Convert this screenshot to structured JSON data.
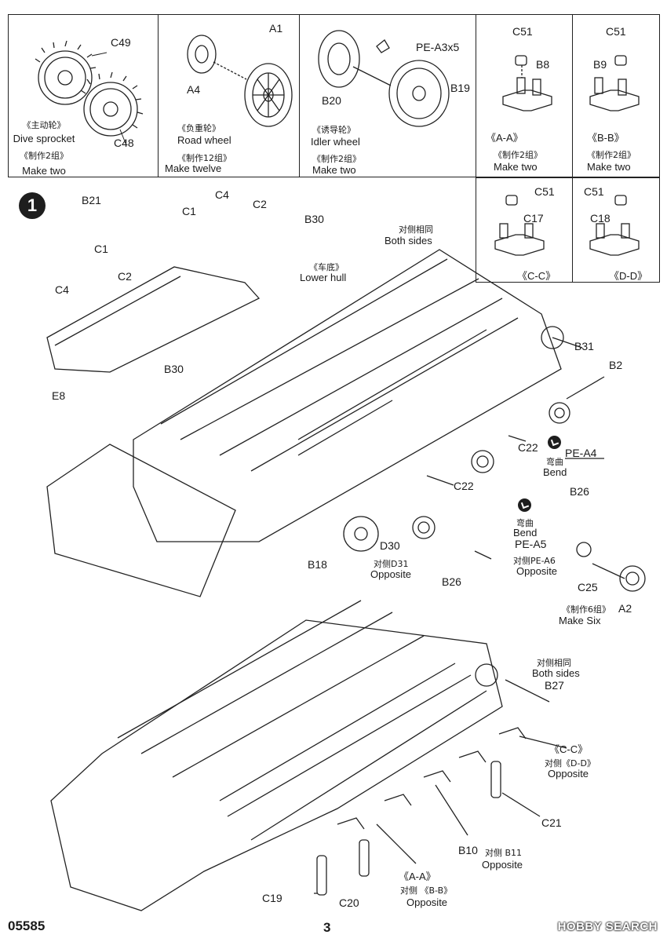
{
  "top_panels": {
    "sprocket": {
      "part_labels": [
        "C49",
        "C48"
      ],
      "cn": "《主动轮》",
      "en": "Dive sprocket",
      "make_cn": "《制作2组》",
      "make_en": "Make two"
    },
    "road_wheel": {
      "part_labels": [
        "A1",
        "A4"
      ],
      "cn": "《负重轮》",
      "en": "Road wheel",
      "make_cn": "《制作12组》",
      "make_en": "Make  twelve"
    },
    "idler": {
      "part_labels": [
        "PE-A3x5",
        "B19",
        "B20"
      ],
      "cn": "《诱导轮》",
      "en": "Idler wheel",
      "make_cn": "《制作2组》",
      "make_en": "Make  two"
    },
    "aa": {
      "part_labels": [
        "C51",
        "B8"
      ],
      "section": "《A-A》",
      "make_cn": "《制作2组》",
      "make_en": "Make  two"
    },
    "bb": {
      "part_labels": [
        "C51",
        "B9"
      ],
      "section": "《B-B》",
      "make_cn": "《制作2组》",
      "make_en": "Make  two"
    },
    "cc": {
      "part_labels": [
        "C51",
        "C17"
      ],
      "section": "《C-C》"
    },
    "dd": {
      "part_labels": [
        "C51",
        "C18"
      ],
      "section": "《D-D》"
    }
  },
  "step": {
    "number": "1"
  },
  "step_one": {
    "labels": [
      "B21",
      "C1",
      "C4",
      "C2",
      "B30",
      "C1",
      "C2",
      "C4",
      "B30",
      "E8"
    ],
    "both_sides_cn": "对侧相同",
    "both_sides_en": "Both sides",
    "lower_hull_cn": "《车底》",
    "lower_hull_en": "Lower hull",
    "right_labels": [
      "B31",
      "B2",
      "C22",
      "PE-A4",
      "B26",
      "C22",
      "PE-A5",
      "B26",
      "C25",
      "A2",
      "D30",
      "B18"
    ],
    "bend_cn": "弯曲",
    "bend_en": "Bend",
    "opp_d31_cn": "对侧D31",
    "opposite_en": "Opposite",
    "opp_pea6_cn": "对侧PE-A6",
    "make_six_cn": "《制作6组》",
    "make_six_en": "Make Six"
  },
  "step_two": {
    "both_sides_cn": "对侧相同",
    "both_sides_en": "Both sides",
    "b27": "B27",
    "cc_label": "《C-C》",
    "opp_dd": "对侧《D-D》",
    "opposite_en": "Opposite",
    "c21": "C21",
    "b10": "B10",
    "opp_b11": "对侧 B11",
    "aa_label": "《A-A》",
    "opp_bb": "对侧 《B-B》",
    "c19": "C19",
    "c20": "C20"
  },
  "footer": {
    "code": "05585",
    "page": "3",
    "watermark": "HOBBY SEARCH"
  }
}
